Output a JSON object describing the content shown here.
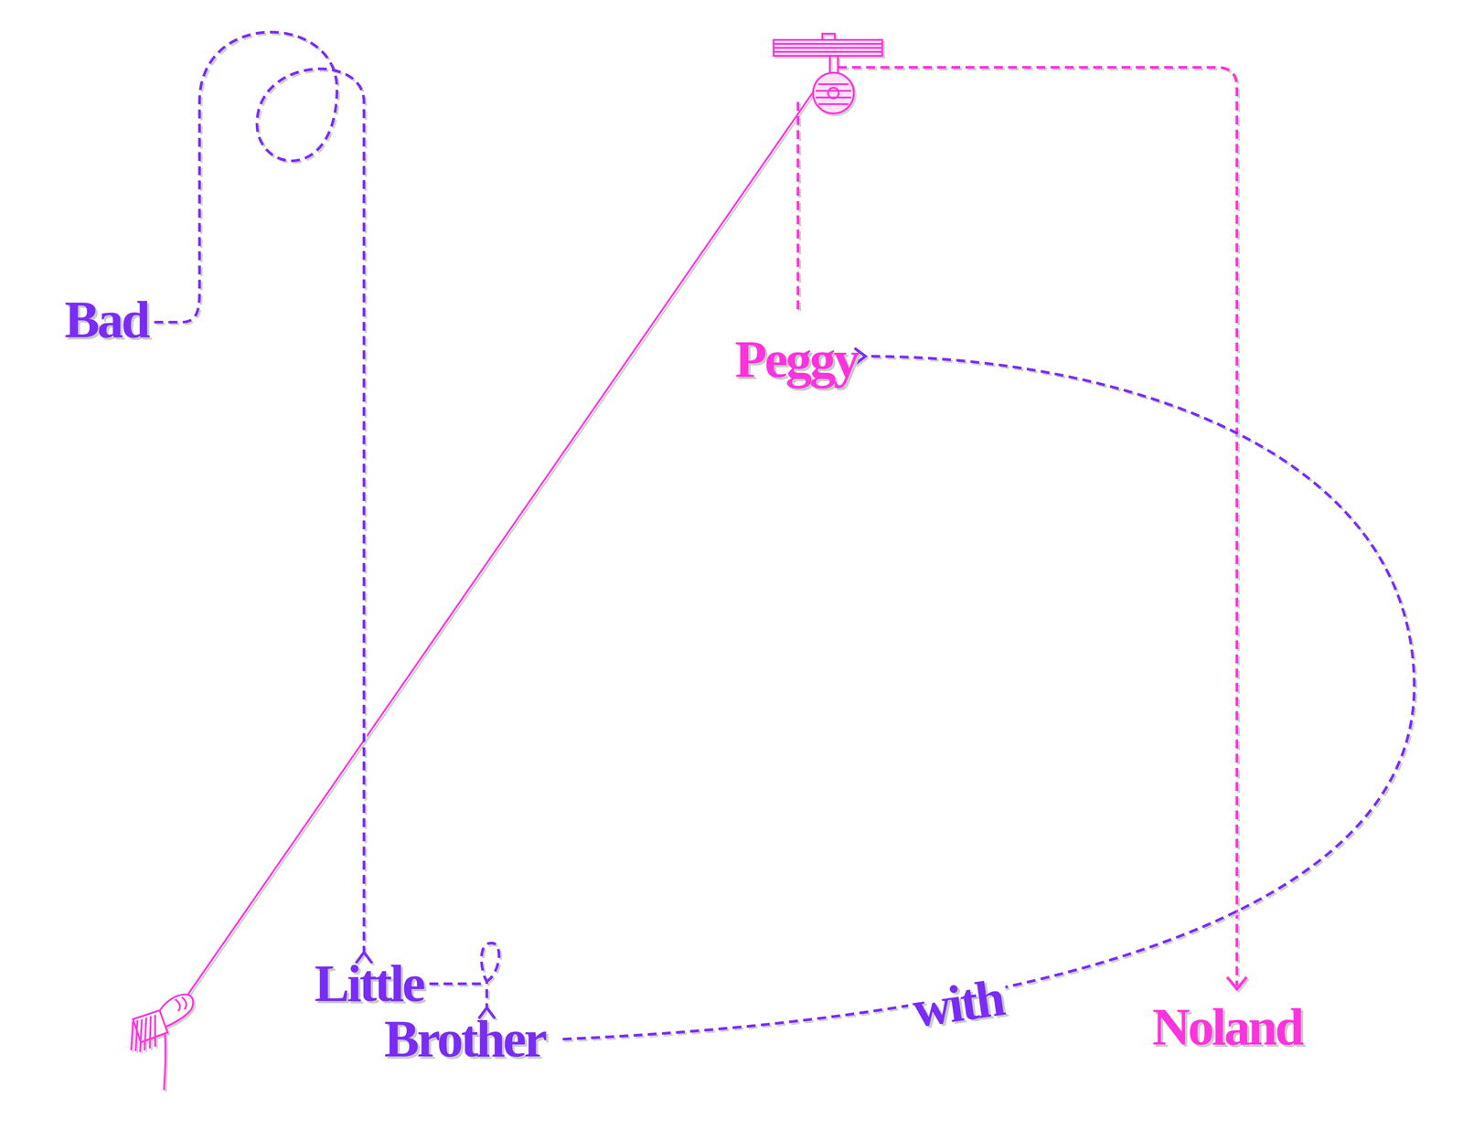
{
  "diagram": {
    "nodes": [
      {
        "text": [
          "Bad"
        ]
      },
      {
        "text": [
          "Peggy"
        ]
      },
      {
        "text": [
          "Little"
        ]
      },
      {
        "text": [
          "Brother"
        ]
      },
      {
        "text": [
          "Noland"
        ]
      }
    ],
    "edges": [
      {
        "from": 0,
        "to": 2,
        "arrow": "to"
      },
      {
        "from": 2,
        "to": 3,
        "arrow": "to"
      },
      {
        "from": 3,
        "to": 1,
        "label": "with",
        "arrow": "to"
      }
    ]
  }
}
